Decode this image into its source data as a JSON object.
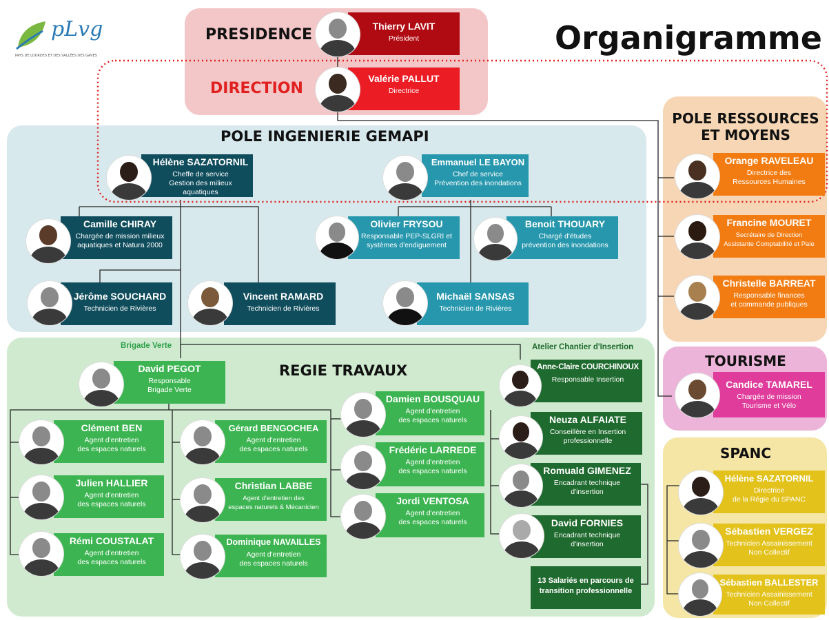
{
  "title": "Organigramme",
  "logo": {
    "text": "pLvg",
    "tagline": "PAYS DE LOURDES ET DES VALLÉES DES GAVES",
    "icon": "leaf-icon"
  },
  "colors": {
    "presidence_bg": "#f3c6c8",
    "president_card": "#b00b12",
    "direction_card": "#ec1c24",
    "direction_text": "#e0201f",
    "gemapi_bg": "#d7e9ed",
    "gemapi_dark": "#0f4c5c",
    "gemapi_light": "#2797ad",
    "regie_bg": "#cfeacf",
    "regie_green": "#3cb451",
    "insertion_green": "#1f6a2e",
    "ressources_bg": "#f6d6b4",
    "ressources_card": "#f27c12",
    "tourisme_bg": "#ecb4d9",
    "tourisme_card": "#df3c9b",
    "spanc_bg": "#f5e6a6",
    "spanc_card": "#e3c21c",
    "dotted": "#e0201f"
  },
  "sections": {
    "presidence": "PRESIDENCE",
    "direction": "DIRECTION",
    "gemapi": "POLE  INGENIERIE GEMAPI",
    "ressources": "POLE RESSOURCES\nET MOYENS",
    "regie": "REGIE TRAVAUX",
    "tourisme": "TOURISME",
    "spanc": "SPANC"
  },
  "labels": {
    "brigade": "Brigade Verte",
    "atelier": "Atelier Chantier d'Insertion"
  },
  "people": {
    "lavit": {
      "name": "Thierry LAVIT",
      "role": "Président"
    },
    "pallut": {
      "name": "Valérie PALLUT",
      "role": "Directrice"
    },
    "sazatornil": {
      "name": "Hélène SAZATORNIL",
      "role": "Cheffe de service\nGestion des milieux aquatiques"
    },
    "lebayon": {
      "name": "Emmanuel LE BAYON",
      "role": "Chef de service\nPrévention des inondations"
    },
    "chiray": {
      "name": "Camille CHIRAY",
      "role": "Chargée de mission milieux\naquatiques et Natura 2000"
    },
    "frysou": {
      "name": "Olivier FRYSOU",
      "role": "Responsable PEP-SLGRI et\nsystèmes d'endiguement"
    },
    "thouary": {
      "name": "Benoit THOUARY",
      "role": "Chargé d'études\nprévention des inondations"
    },
    "souchard": {
      "name": "Jérôme SOUCHARD",
      "role": "Technicien de Rivières"
    },
    "ramard": {
      "name": "Vincent RAMARD",
      "role": "Technicien de Rivières"
    },
    "sansas": {
      "name": "Michaël SANSAS",
      "role": "Technicien de Rivières"
    },
    "raveleau": {
      "name": "Orange RAVELEAU",
      "role": "Directrice des\nRessources Humaines"
    },
    "mouret": {
      "name": "Francine MOURET",
      "role": "Secrétaire de Direction\nAssistante Comptabilité et Paie"
    },
    "barreat": {
      "name": "Christelle BARREAT",
      "role": "Responsable finances\net commande publiques"
    },
    "tamarel": {
      "name": "Candice TAMAREL",
      "role": "Chargée de mission\nTourisme et Vélo"
    },
    "pegot": {
      "name": "David  PEGOT",
      "role": "Responsable\nBrigade Verte"
    },
    "ben": {
      "name": "Clément BEN",
      "role": "Agent d'entretien\ndes espaces naturels"
    },
    "hallier": {
      "name": "Julien HALLIER",
      "role": "Agent d'entretien\ndes espaces naturels"
    },
    "coustalat": {
      "name": "Rémi COUSTALAT",
      "role": "Agent d'entretien\ndes espaces naturels"
    },
    "bengochea": {
      "name": "Gérard BENGOCHEA",
      "role": "Agent d'entretien\ndes espaces naturels"
    },
    "labbe": {
      "name": "Christian LABBE",
      "role": "Agent d'entretien des\nespaces naturels & Mécanicien"
    },
    "navailles": {
      "name": "Dominique NAVAILLES",
      "role": "Agent d'entretien\ndes espaces naturels"
    },
    "bousquau": {
      "name": "Damien BOUSQUAU",
      "role": "Agent d'entretien\ndes espaces naturels"
    },
    "larrede": {
      "name": "Frédéric LARREDE",
      "role": "Agent d'entretien\ndes espaces naturels"
    },
    "ventosa": {
      "name": "Jordi VENTOSA",
      "role": "Agent d'entretien\ndes espaces naturels"
    },
    "courchinoux": {
      "name": "Anne-Claire COURCHINOUX",
      "role": "Responsable Insertion"
    },
    "alfaiate": {
      "name": "Neuza ALFAIATE",
      "role": "Conseillère en Insertion\nprofessionnelle"
    },
    "gimenez": {
      "name": "Romuald GIMENEZ",
      "role": "Encadrant technique\nd'insertion"
    },
    "fornies": {
      "name": "David FORNIES",
      "role": "Encadrant technique\nd'insertion"
    },
    "salaries": {
      "name": "13 Salariés en parcours de\ntransition professionnelle",
      "role": ""
    },
    "spanc_sazatornil": {
      "name": "Hélène SAZATORNIL",
      "role": "Directrice\nde la Régie du SPANC"
    },
    "vergez": {
      "name": "Sébastien VERGEZ",
      "role": "Technicien Assainissement\nNon Collectif"
    },
    "ballester": {
      "name": "Sébastien BALLESTER",
      "role": "Technicien Assainissement\nNon Collectif"
    }
  }
}
